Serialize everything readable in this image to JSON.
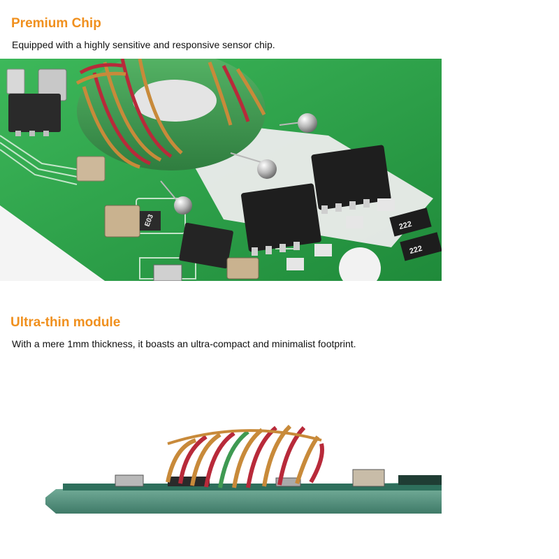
{
  "sections": [
    {
      "title": "Premium Chip",
      "description": "Equipped with a highly sensitive and responsive sensor chip.",
      "image": "pcb-closeup-photo",
      "component_marks": [
        "E03",
        "222",
        "222"
      ]
    },
    {
      "title": "Ultra-thin module",
      "description": "With a mere 1mm thickness, it boasts an ultra-compact and minimalist footprint.",
      "image": "pcb-side-profile-photo"
    }
  ],
  "colors": {
    "heading": "#f0901e",
    "text": "#111111",
    "pcb_green": "#2ea84a",
    "coil_green": "#3f9a52",
    "copper": "#c88a3a",
    "enamel_red": "#b82a3a"
  }
}
